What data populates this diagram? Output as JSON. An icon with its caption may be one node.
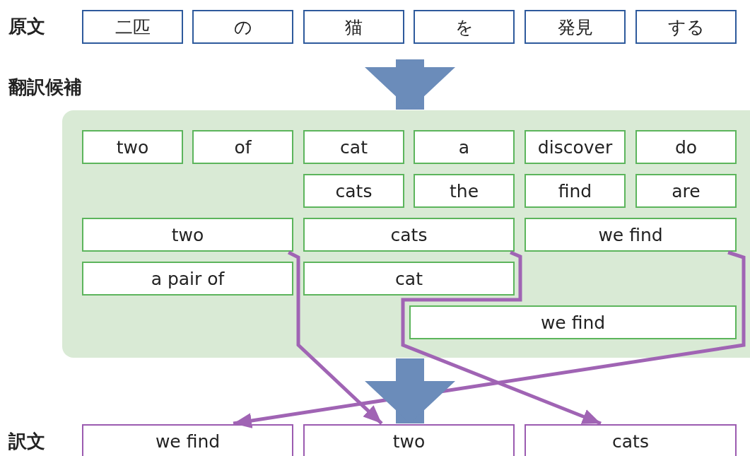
{
  "diagram": {
    "nodes": [
      {
        "text": [
          "二匹"
        ]
      },
      {
        "text": [
          "の"
        ]
      },
      {
        "text": [
          "猫"
        ]
      },
      {
        "text": [
          "を"
        ]
      },
      {
        "text": [
          "発見"
        ]
      },
      {
        "text": [
          "する"
        ]
      },
      {
        "text": [
          "翻訳候補"
        ]
      },
      {
        "text": [
          "two"
        ],
        "in": 6
      },
      {
        "text": [
          "of"
        ],
        "in": 6
      },
      {
        "text": [
          "cat"
        ],
        "in": 6
      },
      {
        "text": [
          "a"
        ],
        "in": 6
      },
      {
        "text": [
          "discover"
        ],
        "in": 6
      },
      {
        "text": [
          "do"
        ],
        "in": 6
      },
      {
        "text": [
          "cats"
        ],
        "in": 6
      },
      {
        "text": [
          "the"
        ],
        "in": 6
      },
      {
        "text": [
          "find"
        ],
        "in": 6
      },
      {
        "text": [
          "are"
        ],
        "in": 6
      },
      {
        "text": [
          "two"
        ],
        "in": 6
      },
      {
        "text": [
          "cats"
        ],
        "in": 6
      },
      {
        "text": [
          "we find"
        ],
        "in": 6
      },
      {
        "text": [
          "a pair of"
        ],
        "in": 6
      },
      {
        "text": [
          "cat"
        ],
        "in": 6
      },
      {
        "text": [
          "we find"
        ],
        "in": 6
      },
      {
        "text": [
          "we find"
        ]
      },
      {
        "text": [
          "two"
        ]
      },
      {
        "text": [
          "cats"
        ]
      }
    ],
    "edges": [
      {
        "from": null,
        "to": 6,
        "arrow": "to",
        "style": "thick",
        "color": "#6b8cba"
      },
      {
        "from": 17,
        "to": 24,
        "arrow": "to"
      },
      {
        "from": 18,
        "to": 25,
        "arrow": "to"
      },
      {
        "from": 19,
        "to": 23,
        "arrow": "to"
      },
      {
        "from": 6,
        "to": 24,
        "arrow": "to",
        "style": "thick",
        "color": "#6b8cba"
      }
    ],
    "labels": [
      "原文",
      "訳文"
    ]
  }
}
